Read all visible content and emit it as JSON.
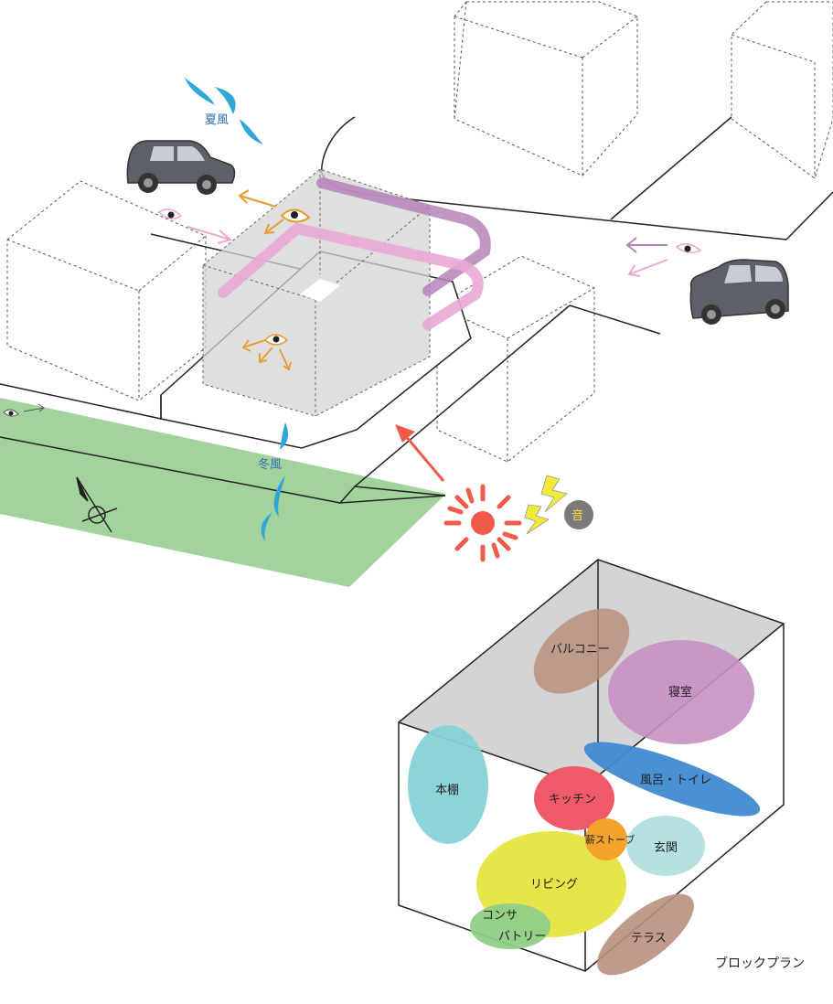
{
  "site": {
    "summer_wind_label": "夏風",
    "winter_wind_label": "冬風",
    "sound_label": "音"
  },
  "block_plan": {
    "caption": "ブロックプラン",
    "zones": {
      "balcony": "バルコニー",
      "bedroom": "寝室",
      "bookshelf": "本棚",
      "bath_toilet": "風呂・トイレ",
      "kitchen": "キッチン",
      "wood_stove": "薪ストーブ",
      "entrance": "玄関",
      "living": "リビング",
      "conservatory_line1": "コンサ",
      "conservatory_line2": "バトリー",
      "terrace": "テラス"
    }
  },
  "colors": {
    "green_belt": "#a2d39c",
    "volume_gray": "#d4d4d6",
    "wind_blue": "#2fa8d8",
    "sun_red": "#ef5a4a",
    "view_pink": "#e9a9d4",
    "view_purple": "#b684b8",
    "view_orange": "#e89a2c",
    "sound_yellow": "#f2ea3a",
    "sound_badge": "#7a7a7c",
    "zone_balcony": "#b9907e",
    "zone_bedroom": "#c690c4",
    "zone_bookshelf": "#87d2d6",
    "zone_bath": "#3f8bd0",
    "zone_kitchen": "#ef5a6a",
    "zone_stove": "#f3a22c",
    "zone_entrance": "#b5e1e2",
    "zone_living": "#e6e64a",
    "zone_conservatory": "#8fcf86",
    "zone_terrace": "#b9907e"
  },
  "icons": [
    "car-icon",
    "eye-icon",
    "sun-icon",
    "lightning-icon",
    "compass-icon",
    "wind-icon"
  ]
}
